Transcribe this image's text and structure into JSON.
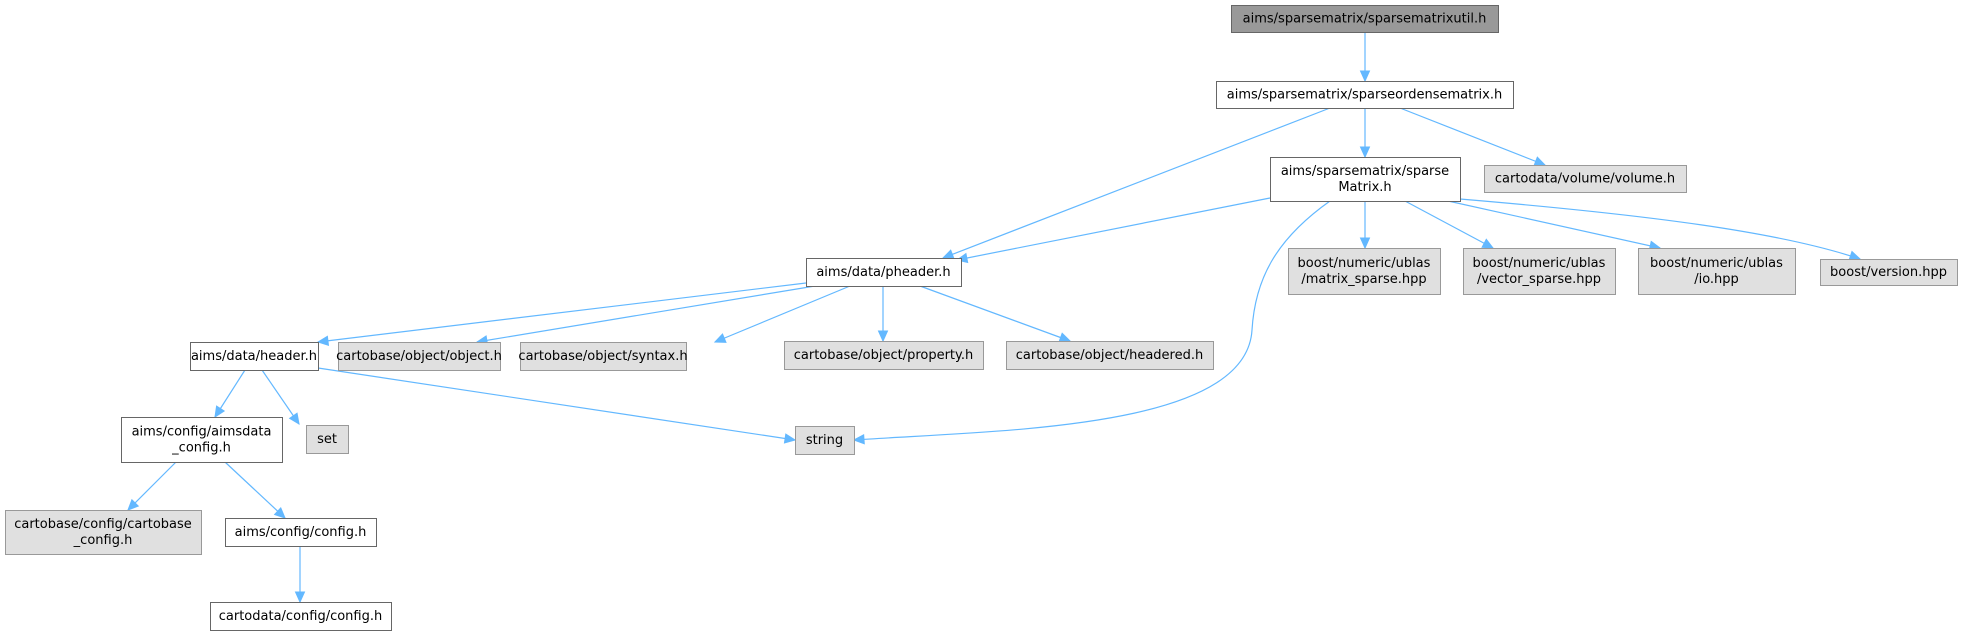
{
  "diagram": {
    "type": "include-dependency-graph",
    "colors": {
      "edge": "#63b8ff",
      "root_fill": "#999999",
      "local_fill": "#ffffff",
      "external_fill": "#e0e0e0"
    },
    "nodes": [
      {
        "id": "sparsematrixutil",
        "lines": [
          "aims/sparsematrix/sparsematrixutil.h"
        ],
        "kind": "root"
      },
      {
        "id": "sparseordensematrix",
        "lines": [
          "aims/sparsematrix/sparseordensematrix.h"
        ],
        "kind": "local"
      },
      {
        "id": "pheader",
        "lines": [
          "aims/data/pheader.h"
        ],
        "kind": "local"
      },
      {
        "id": "sparseMatrix",
        "lines": [
          "aims/sparsematrix/sparse",
          "Matrix.h"
        ],
        "kind": "local"
      },
      {
        "id": "volume",
        "lines": [
          "cartodata/volume/volume.h"
        ],
        "kind": "external"
      },
      {
        "id": "header",
        "lines": [
          "aims/data/header.h"
        ],
        "kind": "local"
      },
      {
        "id": "object",
        "lines": [
          "cartobase/object/object.h"
        ],
        "kind": "external"
      },
      {
        "id": "syntax",
        "lines": [
          "cartobase/object/syntax.h"
        ],
        "kind": "external"
      },
      {
        "id": "property",
        "lines": [
          "cartobase/object/property.h"
        ],
        "kind": "external"
      },
      {
        "id": "headered",
        "lines": [
          "cartobase/object/headered.h"
        ],
        "kind": "external"
      },
      {
        "id": "aimsdata_config",
        "lines": [
          "aims/config/aimsdata",
          "_config.h"
        ],
        "kind": "local"
      },
      {
        "id": "set",
        "lines": [
          "set"
        ],
        "kind": "external"
      },
      {
        "id": "string",
        "lines": [
          "string"
        ],
        "kind": "external"
      },
      {
        "id": "cartobase_config",
        "lines": [
          "cartobase/config/cartobase",
          "_config.h"
        ],
        "kind": "external"
      },
      {
        "id": "aims_config",
        "lines": [
          "aims/config/config.h"
        ],
        "kind": "local"
      },
      {
        "id": "cartodata_config",
        "lines": [
          "cartodata/config/config.h"
        ],
        "kind": "local"
      },
      {
        "id": "matrix_sparse",
        "lines": [
          "boost/numeric/ublas",
          "/matrix_sparse.hpp"
        ],
        "kind": "external"
      },
      {
        "id": "vector_sparse",
        "lines": [
          "boost/numeric/ublas",
          "/vector_sparse.hpp"
        ],
        "kind": "external"
      },
      {
        "id": "io",
        "lines": [
          "boost/numeric/ublas",
          "/io.hpp"
        ],
        "kind": "external"
      },
      {
        "id": "version",
        "lines": [
          "boost/version.hpp"
        ],
        "kind": "external"
      }
    ],
    "edges": [
      {
        "from": "sparsematrixutil",
        "to": "sparseordensematrix"
      },
      {
        "from": "sparseordensematrix",
        "to": "pheader"
      },
      {
        "from": "sparseordensematrix",
        "to": "sparseMatrix"
      },
      {
        "from": "sparseordensematrix",
        "to": "volume"
      },
      {
        "from": "sparseMatrix",
        "to": "pheader"
      },
      {
        "from": "sparseMatrix",
        "to": "string"
      },
      {
        "from": "sparseMatrix",
        "to": "matrix_sparse"
      },
      {
        "from": "sparseMatrix",
        "to": "vector_sparse"
      },
      {
        "from": "sparseMatrix",
        "to": "io"
      },
      {
        "from": "sparseMatrix",
        "to": "version"
      },
      {
        "from": "pheader",
        "to": "header"
      },
      {
        "from": "pheader",
        "to": "object"
      },
      {
        "from": "pheader",
        "to": "syntax"
      },
      {
        "from": "pheader",
        "to": "property"
      },
      {
        "from": "pheader",
        "to": "headered"
      },
      {
        "from": "header",
        "to": "aimsdata_config"
      },
      {
        "from": "header",
        "to": "set"
      },
      {
        "from": "header",
        "to": "string"
      },
      {
        "from": "aimsdata_config",
        "to": "cartobase_config"
      },
      {
        "from": "aimsdata_config",
        "to": "aims_config"
      },
      {
        "from": "aims_config",
        "to": "cartodata_config"
      }
    ]
  }
}
